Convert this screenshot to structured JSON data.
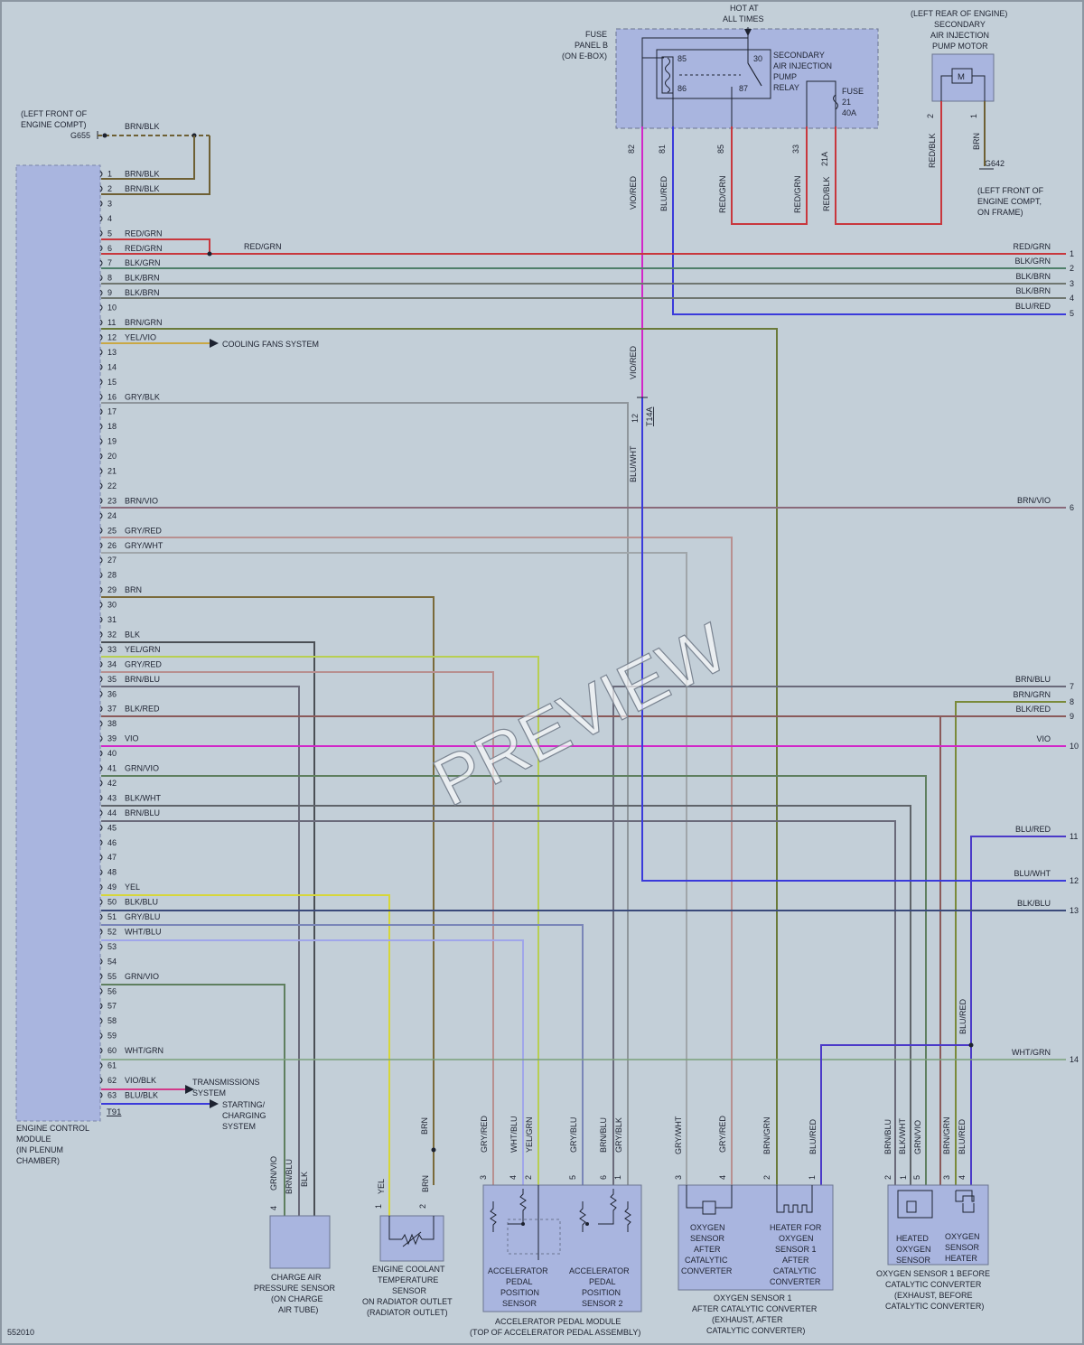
{
  "watermark": "PREVIEW",
  "figure_id": "552010",
  "colors": {
    "background": "#c3cfd8",
    "component_fill": "#a9b5df",
    "wire_gray": "#8f969c",
    "wire_brn_blk": "#6e6034",
    "wire_red": "#c8373d",
    "wire_vio": "#d226c8",
    "wire_blu": "#3a3adb",
    "wire_yel": "#d6d63a",
    "wire_grn": "#4f8a4f"
  },
  "ecm": {
    "label_lines": [
      "ENGINE CONTROL",
      "MODULE",
      "(IN PLENUM",
      "CHAMBER)"
    ],
    "connector": "T91",
    "pins": [
      {
        "num": "1",
        "wire": "BRN/BLK"
      },
      {
        "num": "2",
        "wire": "BRN/BLK"
      },
      {
        "num": "3",
        "wire": ""
      },
      {
        "num": "4",
        "wire": ""
      },
      {
        "num": "5",
        "wire": "RED/GRN"
      },
      {
        "num": "6",
        "wire": "RED/GRN"
      },
      {
        "num": "7",
        "wire": "BLK/GRN"
      },
      {
        "num": "8",
        "wire": "BLK/BRN"
      },
      {
        "num": "9",
        "wire": "BLK/BRN"
      },
      {
        "num": "10",
        "wire": ""
      },
      {
        "num": "11",
        "wire": "BRN/GRN"
      },
      {
        "num": "12",
        "wire": "YEL/VIO"
      },
      {
        "num": "13",
        "wire": ""
      },
      {
        "num": "14",
        "wire": ""
      },
      {
        "num": "15",
        "wire": ""
      },
      {
        "num": "16",
        "wire": "GRY/BLK"
      },
      {
        "num": "17",
        "wire": ""
      },
      {
        "num": "18",
        "wire": ""
      },
      {
        "num": "19",
        "wire": ""
      },
      {
        "num": "20",
        "wire": ""
      },
      {
        "num": "21",
        "wire": ""
      },
      {
        "num": "22",
        "wire": ""
      },
      {
        "num": "23",
        "wire": "BRN/VIO"
      },
      {
        "num": "24",
        "wire": ""
      },
      {
        "num": "25",
        "wire": "GRY/RED"
      },
      {
        "num": "26",
        "wire": "GRY/WHT"
      },
      {
        "num": "27",
        "wire": ""
      },
      {
        "num": "28",
        "wire": ""
      },
      {
        "num": "29",
        "wire": "BRN"
      },
      {
        "num": "30",
        "wire": ""
      },
      {
        "num": "31",
        "wire": ""
      },
      {
        "num": "32",
        "wire": "BLK"
      },
      {
        "num": "33",
        "wire": "YEL/GRN"
      },
      {
        "num": "34",
        "wire": "GRY/RED"
      },
      {
        "num": "35",
        "wire": "BRN/BLU"
      },
      {
        "num": "36",
        "wire": ""
      },
      {
        "num": "37",
        "wire": "BLK/RED"
      },
      {
        "num": "38",
        "wire": ""
      },
      {
        "num": "39",
        "wire": "VIO"
      },
      {
        "num": "40",
        "wire": ""
      },
      {
        "num": "41",
        "wire": "GRN/VIO"
      },
      {
        "num": "42",
        "wire": ""
      },
      {
        "num": "43",
        "wire": "BLK/WHT"
      },
      {
        "num": "44",
        "wire": "BRN/BLU"
      },
      {
        "num": "45",
        "wire": ""
      },
      {
        "num": "46",
        "wire": ""
      },
      {
        "num": "47",
        "wire": ""
      },
      {
        "num": "48",
        "wire": ""
      },
      {
        "num": "49",
        "wire": "YEL"
      },
      {
        "num": "50",
        "wire": "BLK/BLU"
      },
      {
        "num": "51",
        "wire": "GRY/BLU"
      },
      {
        "num": "52",
        "wire": "WHT/BLU"
      },
      {
        "num": "53",
        "wire": ""
      },
      {
        "num": "54",
        "wire": ""
      },
      {
        "num": "55",
        "wire": "GRN/VIO"
      },
      {
        "num": "56",
        "wire": ""
      },
      {
        "num": "57",
        "wire": ""
      },
      {
        "num": "58",
        "wire": ""
      },
      {
        "num": "59",
        "wire": ""
      },
      {
        "num": "60",
        "wire": "WHT/GRN"
      },
      {
        "num": "61",
        "wire": ""
      },
      {
        "num": "62",
        "wire": "VIO/BLK"
      },
      {
        "num": "63",
        "wire": "BLU/BLK"
      }
    ]
  },
  "ground_g655": {
    "lines": [
      "(LEFT FRONT OF",
      "ENGINE COMPT)"
    ],
    "id": "G655",
    "wire": "BRN/BLK"
  },
  "ground_g642": {
    "id": "G642",
    "lines": [
      "(LEFT FRONT OF",
      "ENGINE COMPT,",
      "ON FRAME)"
    ]
  },
  "labels": {
    "hot_at": [
      "HOT AT",
      "ALL TIMES"
    ],
    "fuse_panel": [
      "FUSE",
      "PANEL B",
      "(ON E-BOX)"
    ],
    "relay": [
      "SECONDARY",
      "AIR INJECTION",
      "PUMP",
      "RELAY"
    ],
    "relay_pins": [
      "85",
      "86",
      "30",
      "87"
    ],
    "fuse": [
      "FUSE",
      "21",
      "40A"
    ],
    "pump_location": [
      "(LEFT REAR OF ENGINE)",
      "SECONDARY",
      "AIR INJECTION",
      "PUMP MOTOR"
    ],
    "pump_symbol": "M",
    "cooling_fans": "COOLING FANS SYSTEM",
    "transmissions": [
      "TRANSMISSIONS",
      "SYSTEM"
    ],
    "starting": [
      "STARTING/",
      "CHARGING",
      "SYSTEM"
    ],
    "connector_t14a": "T14A",
    "connector_t14a_pin": "12",
    "mid_red_grn": "RED/GRN"
  },
  "top_wires": [
    {
      "pin": "82",
      "wire": "VIO/RED"
    },
    {
      "pin": "81",
      "wire": "BLU/RED"
    },
    {
      "pin": "85",
      "wire": "RED/GRN"
    },
    {
      "pin": "33",
      "wire": "RED/GRN"
    },
    {
      "pin": "21A",
      "wire": "RED/BLK"
    },
    {
      "pin": "2",
      "wire": "RED/BLK"
    },
    {
      "pin": "1",
      "wire": "BRN"
    }
  ],
  "vertical_labels": {
    "vio_red_mid": "VIO/RED",
    "blu_wht_mid": "BLU/WHT",
    "blu_red_right": "BLU/RED"
  },
  "right_outputs": [
    {
      "num": "1",
      "wire": "RED/GRN"
    },
    {
      "num": "2",
      "wire": "BLK/GRN"
    },
    {
      "num": "3",
      "wire": "BLK/BRN"
    },
    {
      "num": "4",
      "wire": "BLK/BRN"
    },
    {
      "num": "5",
      "wire": "BLU/RED"
    },
    {
      "num": "6",
      "wire": "BRN/VIO"
    },
    {
      "num": "7",
      "wire": "BRN/BLU"
    },
    {
      "num": "8",
      "wire": "BRN/GRN"
    },
    {
      "num": "9",
      "wire": "BLK/RED"
    },
    {
      "num": "10",
      "wire": "VIO"
    },
    {
      "num": "11",
      "wire": "BLU/RED"
    },
    {
      "num": "12",
      "wire": "BLU/WHT"
    },
    {
      "num": "13",
      "wire": "BLK/BLU"
    },
    {
      "num": "14",
      "wire": "WHT/GRN"
    }
  ],
  "components": [
    {
      "name": "charge-air-pressure-sensor",
      "lines": [
        "CHARGE AIR",
        "PRESSURE SENSOR",
        "(ON CHARGE",
        "AIR TUBE)"
      ],
      "wires": [
        {
          "pin": "4",
          "wire": "GRN/VIO"
        },
        {
          "pin": "",
          "wire": "BRN/BLU"
        },
        {
          "pin": "",
          "wire": "BLK"
        }
      ]
    },
    {
      "name": "engine-coolant-temperature-sensor",
      "lines": [
        "ENGINE COOLANT",
        "TEMPERATURE",
        "SENSOR",
        "ON RADIATOR OUTLET",
        "(RADIATOR OUTLET)"
      ],
      "wires": [
        {
          "pin": "1",
          "wire": "YEL"
        },
        {
          "pin": "2",
          "wire": "BRN"
        }
      ],
      "upper_wire": "BRN"
    },
    {
      "name": "accelerator-pedal-module",
      "title": [
        "ACCELERATOR PEDAL MODULE",
        "(TOP OF ACCELERATOR PEDAL ASSEMBLY)"
      ],
      "sub1": [
        "ACCELERATOR",
        "PEDAL",
        "POSITION",
        "SENSOR"
      ],
      "sub2": [
        "ACCELERATOR",
        "PEDAL",
        "POSITION",
        "SENSOR 2"
      ],
      "wires": [
        {
          "pin": "3",
          "wire": "GRY/RED"
        },
        {
          "pin": "4",
          "wire": "WHT/BLU"
        },
        {
          "pin": "2",
          "wire": "YEL/GRN"
        },
        {
          "pin": "5",
          "wire": "GRY/BLU"
        },
        {
          "pin": "6",
          "wire": "BRN/BLU"
        },
        {
          "pin": "1",
          "wire": "GRY/BLK"
        }
      ]
    },
    {
      "name": "oxygen-sensor-1-after",
      "title": [
        "OXYGEN SENSOR 1",
        "AFTER CATALYTIC CONVERTER",
        "(EXHAUST, AFTER",
        "CATALYTIC CONVERTER)"
      ],
      "sub1": [
        "OXYGEN",
        "SENSOR",
        "AFTER",
        "CATALYTIC",
        "CONVERTER"
      ],
      "sub2": [
        "HEATER FOR",
        "OXYGEN",
        "SENSOR 1",
        "AFTER",
        "CATALYTIC",
        "CONVERTER"
      ],
      "wires": [
        {
          "pin": "3",
          "wire": "GRY/WHT"
        },
        {
          "pin": "4",
          "wire": "GRY/RED"
        },
        {
          "pin": "2",
          "wire": "BRN/GRN"
        },
        {
          "pin": "1",
          "wire": "BLU/RED"
        }
      ]
    },
    {
      "name": "oxygen-sensor-1-before",
      "title": [
        "OXYGEN SENSOR 1 BEFORE",
        "CATALYTIC CONVERTER",
        "(EXHAUST, BEFORE",
        "CATALYTIC CONVERTER)"
      ],
      "sub1": [
        "HEATED",
        "OXYGEN",
        "SENSOR"
      ],
      "sub2": [
        "OXYGEN",
        "SENSOR",
        "HEATER"
      ],
      "wires": [
        {
          "pin": "2",
          "wire": "BRN/BLU"
        },
        {
          "pin": "1",
          "wire": "BLK/WHT"
        },
        {
          "pin": "5",
          "wire": "GRN/VIO"
        },
        {
          "pin": "3",
          "wire": "BRN/GRN"
        },
        {
          "pin": "4",
          "wire": "BLU/RED"
        }
      ]
    }
  ]
}
